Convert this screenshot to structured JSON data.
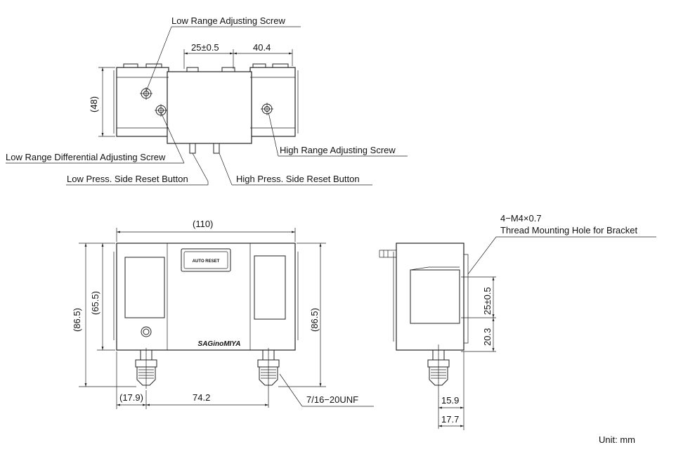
{
  "top_view": {
    "labels": {
      "low_range_screw": "Low Range Adjusting Screw",
      "low_range_diff_screw": "Low Range Differential Adjusting Screw",
      "low_press_reset": "Low Press. Side Reset Button",
      "high_range_screw": "High Range Adjusting Screw",
      "high_press_reset": "High Press. Side Reset Button"
    },
    "dims": {
      "reset_pitch": "25±0.5",
      "offset": "40.4",
      "depth": "(48)"
    }
  },
  "front_view": {
    "panel_text": "AUTO RESET",
    "logo_text": "SAGinoMIYA",
    "dims": {
      "width": "(110)",
      "body_height": "(65.5)",
      "total_height_left": "(86.5)",
      "total_height_right": "(86.5)",
      "left_offset": "(17.9)",
      "port_pitch": "74.2"
    },
    "thread": "7/16−20UNF"
  },
  "side_view": {
    "hole_label_line1": "4−M4×0.7",
    "hole_label_line2": "Thread Mounting Hole for Bracket",
    "dims": {
      "hole_pitch": "25±0.5",
      "hole_offset": "20.3",
      "port_offset": "15.9",
      "port_offset2": "17.7"
    }
  },
  "unit": "Unit: mm"
}
